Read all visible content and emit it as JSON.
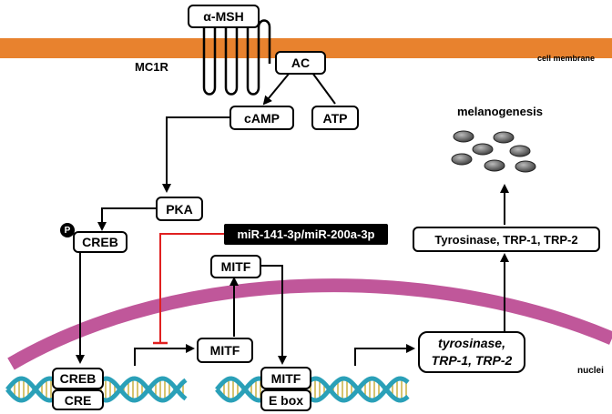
{
  "labels": {
    "msh": "α-MSH",
    "mc1r": "MC1R",
    "cell_membrane": "cell membrane",
    "ac": "AC",
    "camp": "cAMP",
    "atp": "ATP",
    "pka": "PKA",
    "phospho": "P",
    "creb": "CREB",
    "mirna": "miR-141-3p/miR-200a-3p",
    "mitf_upper": "MITF",
    "mitf_lower": "MITF",
    "creb_dna": "CREB",
    "cre": "CRE",
    "mitf_dna": "MITF",
    "ebox": "E box",
    "tyro_gene_line1": "tyrosinase,",
    "tyro_gene_line2": "TRP-1, TRP-2",
    "tyro_protein": "Tyrosinase, TRP-1, TRP-2",
    "melanogenesis": "melanogenesis",
    "nuclei": "nuclei"
  },
  "colors": {
    "membrane": "#E8822E",
    "nucleus": "#C0579A",
    "inhibition": "#E02020",
    "dna_strand": "#2AA0B8",
    "dna_rung": "#C8B040",
    "melanosome": "#555555"
  }
}
